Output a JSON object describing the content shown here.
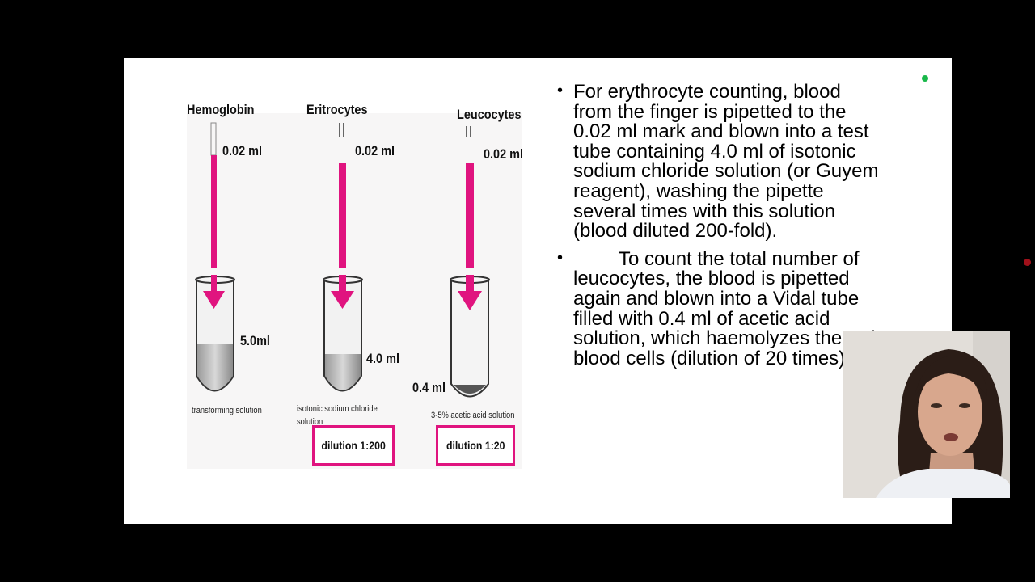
{
  "figure": {
    "columns": [
      {
        "title": "Hemoglobin",
        "pipette_volume": "0.02 ml",
        "tube_volume": "5.0ml",
        "solution": "transforming solution",
        "dilution": ""
      },
      {
        "title": "Eritrocytes",
        "pipette_volume": "0.02 ml",
        "tube_volume": "4.0 ml",
        "solution": "isotonic sodium chloride solution",
        "dilution": "dilution 1:200"
      },
      {
        "title": "Leucocytes",
        "pipette_volume": "0.02 ml",
        "tube_volume": "0.4 ml",
        "solution": "3-5% acetic acid solution",
        "dilution": "dilution 1:20"
      }
    ]
  },
  "bullets": [
    "For erythrocyte counting, blood from the finger is pipetted to the 0.02 ml mark and blown into a test tube containing 4.0 ml of isotonic sodium chloride solution (or Guyem reagent), washing the pipette several times with this solution (blood diluted 200-fold).",
    "To count the total number of leucocytes, the blood is pipetted again and blown into a Vidal tube filled with 0.4 ml of acetic acid solution, which haemolyzes the red blood cells (dilution of 20 times)."
  ],
  "colors": {
    "accent": "#e0147f",
    "slide_background": "#ffffff",
    "screen_background": "#000000",
    "status_dot": "#19b84a",
    "record_dot": "#a0101a"
  }
}
